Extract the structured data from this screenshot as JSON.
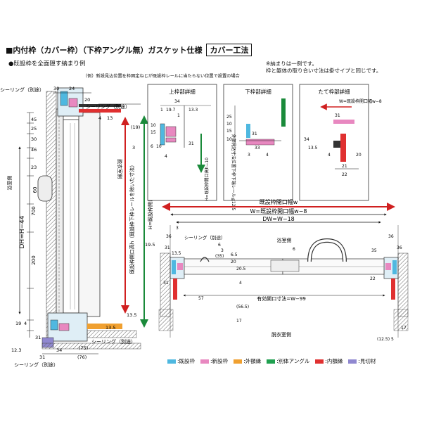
{
  "header": {
    "title": "■内付枠（カバー枠）（下枠アングル無）ガスケット仕様",
    "method": "カバー工法",
    "subtitle": "●既設枠を全面隠す納まり例",
    "note_line1": "※納まりは一例です。",
    "note_line2": "枠と躯体の取り合い寸法は掛寸イプと同じです。"
  },
  "details": {
    "top": "上枠部詳細",
    "bottom": "下枠部詳細",
    "side": "たて枠部詳細"
  },
  "labels": {
    "sealing": "シーリング（別途）",
    "sealing2": "シーリング（別途）",
    "sealing3": "シーリング（別途）",
    "sealing4": "シーリング（別途）",
    "sealing5": "シーリング（別途）",
    "install_note": "（例）新設見込位置を枠固定ねじが既設枠レールに当たらない位置で設置の場合",
    "bathroom": "浴室側",
    "bathroom_v": "浴室側",
    "changing": "脱衣室側",
    "changing_v": "脱衣室側",
    "existing_width": "既設枠開口幅w",
    "W_formula": "W=既設枠開口幅w−8",
    "DW_formula": "DW=W−18",
    "effective_width": "有効開口寸法=W−99",
    "DH_formula": "DH=H−44",
    "H_formula": "H=既設枠開口高h−10",
    "H_detail": "H=既設枠開口高h−10",
    "bottom_note": "外部見込寸法位置下枠下端レール≦12.5",
    "side_W": "W=既設枠開口幅w−8",
    "vertical_note": "既設枠開口高h（既設枠下枠レールを除いた寸法）",
    "num_700": "700",
    "num_200": "200",
    "num_60": "60"
  },
  "legend": [
    {
      "label": ":既設枠",
      "color": "#4fb8e0"
    },
    {
      "label": ":新設枠",
      "color": "#e888c0"
    },
    {
      "label": ":外額縁",
      "color": "#f0a030"
    },
    {
      "label": ":別体アングル",
      "color": "#20a050"
    },
    {
      "label": ":内額縁",
      "color": "#e03030"
    },
    {
      "label": ":見切材",
      "color": "#9088d0"
    }
  ],
  "dims_left": {
    "top": [
      "30",
      "24",
      "20",
      "45",
      "25",
      "30",
      "46",
      "23",
      "13",
      "4",
      "19",
      "4",
      "31",
      "12.3",
      "34",
      "(75)",
      "(19)",
      "3",
      "13.5",
      "19.5",
      "31",
      "13.5",
      "(76)"
    ],
    "side": [
      "20",
      "45",
      "25",
      "30",
      "46",
      "23"
    ]
  },
  "dims_plan": [
    "36",
    "36",
    "31",
    "3",
    "13.5",
    "6",
    "3",
    "(35)",
    "6",
    "35",
    "20",
    "20.5",
    "6.5",
    "36",
    "22",
    "4",
    "31",
    "57",
    "(56.5)",
    "17",
    "(12.5)",
    "5",
    "17"
  ],
  "detail_dims": {
    "top": [
      "34",
      "1",
      "19.7",
      "13.3",
      "1",
      "10",
      "15",
      "6",
      "10",
      "31",
      "4"
    ],
    "bottom": [
      "25",
      "10",
      "15",
      "10",
      "31",
      "33",
      "3",
      "4"
    ],
    "side": [
      "31",
      "34",
      "13.5",
      "20",
      "21",
      "22",
      "4"
    ]
  }
}
